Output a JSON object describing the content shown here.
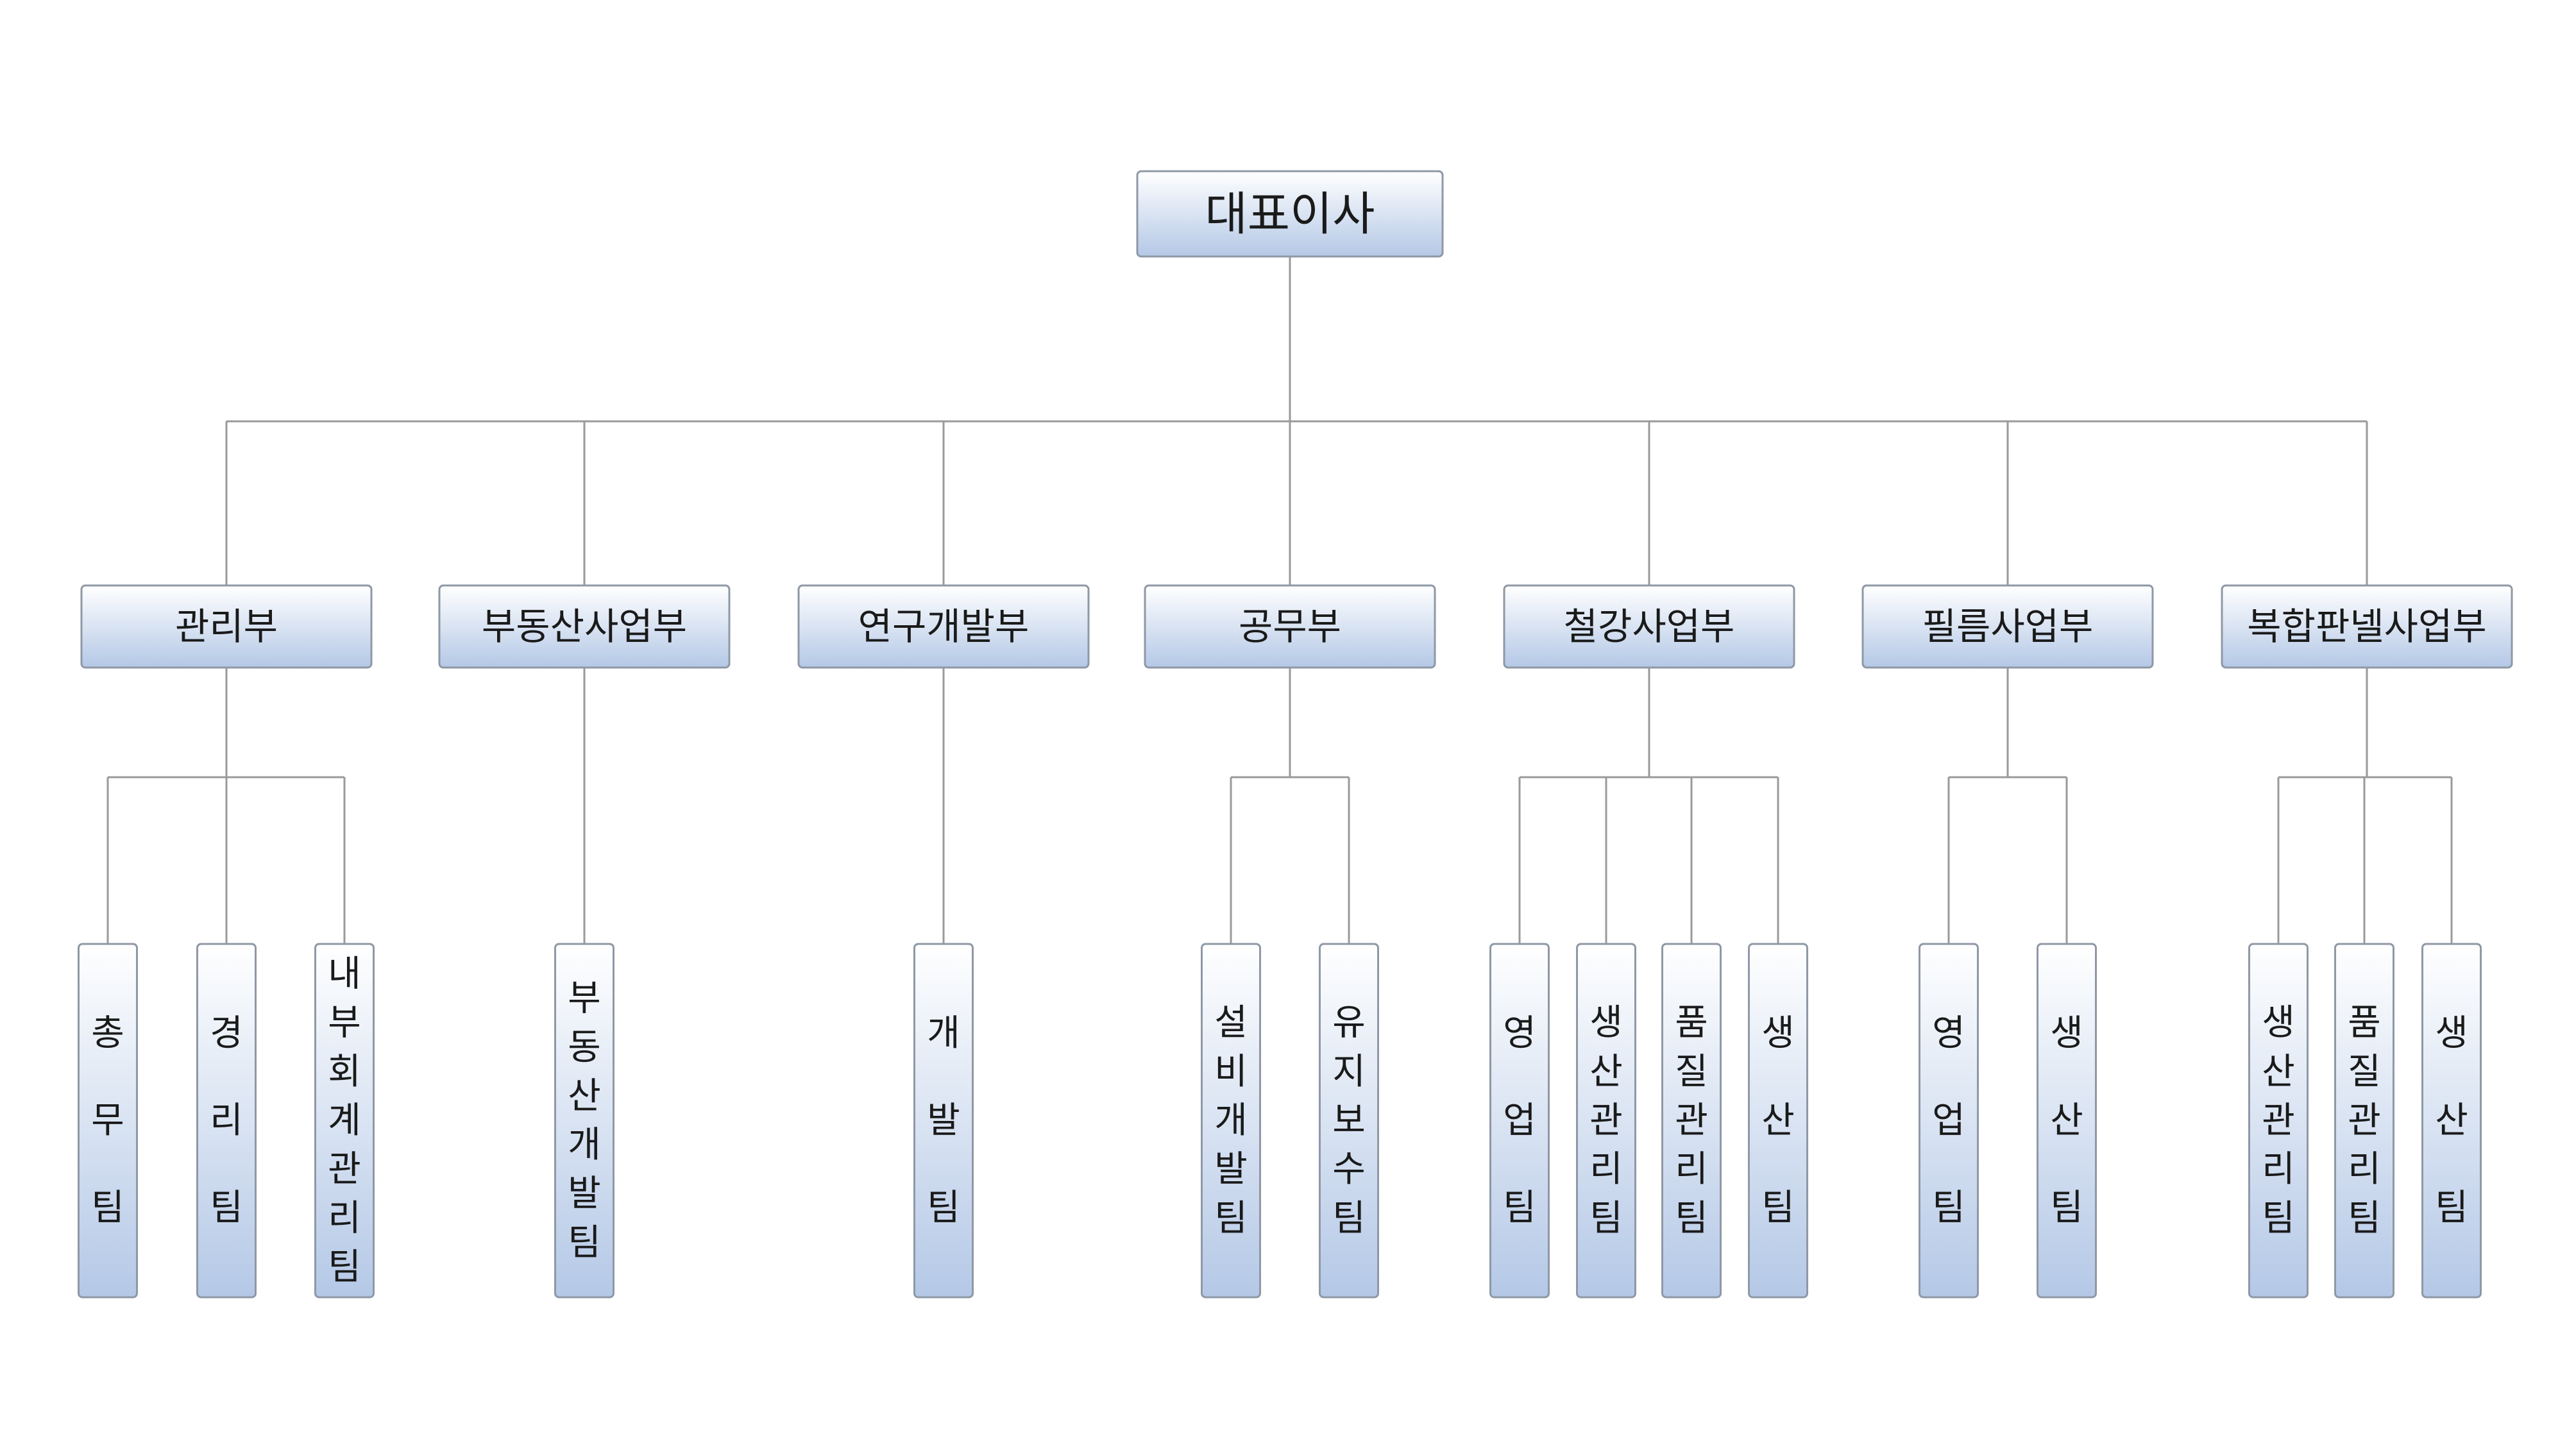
{
  "org_chart": {
    "root": "대표이사",
    "departments": [
      {
        "name": "관리부",
        "teams": [
          "총무팀",
          "경리팀",
          "내부회계관리팀"
        ]
      },
      {
        "name": "부동산사업부",
        "teams": [
          "부동산개발팀"
        ]
      },
      {
        "name": "연구개발부",
        "teams": [
          "개발팀"
        ]
      },
      {
        "name": "공무부",
        "teams": [
          "설비개발팀",
          "유지보수팀"
        ]
      },
      {
        "name": "철강사업부",
        "teams": [
          "영업팀",
          "생산관리팀",
          "품질관리팀",
          "생산팀"
        ]
      },
      {
        "name": "필름사업부",
        "teams": [
          "영업팀",
          "생산팀"
        ]
      },
      {
        "name": "복합판넬사업부",
        "teams": [
          "생산관리팀",
          "품질관리팀",
          "생산팀"
        ]
      }
    ]
  },
  "colors": {
    "box_top": "#ffffff",
    "box_bottom": "#b4c8e6",
    "border": "#8f98a6",
    "line": "#9a9a9a"
  }
}
